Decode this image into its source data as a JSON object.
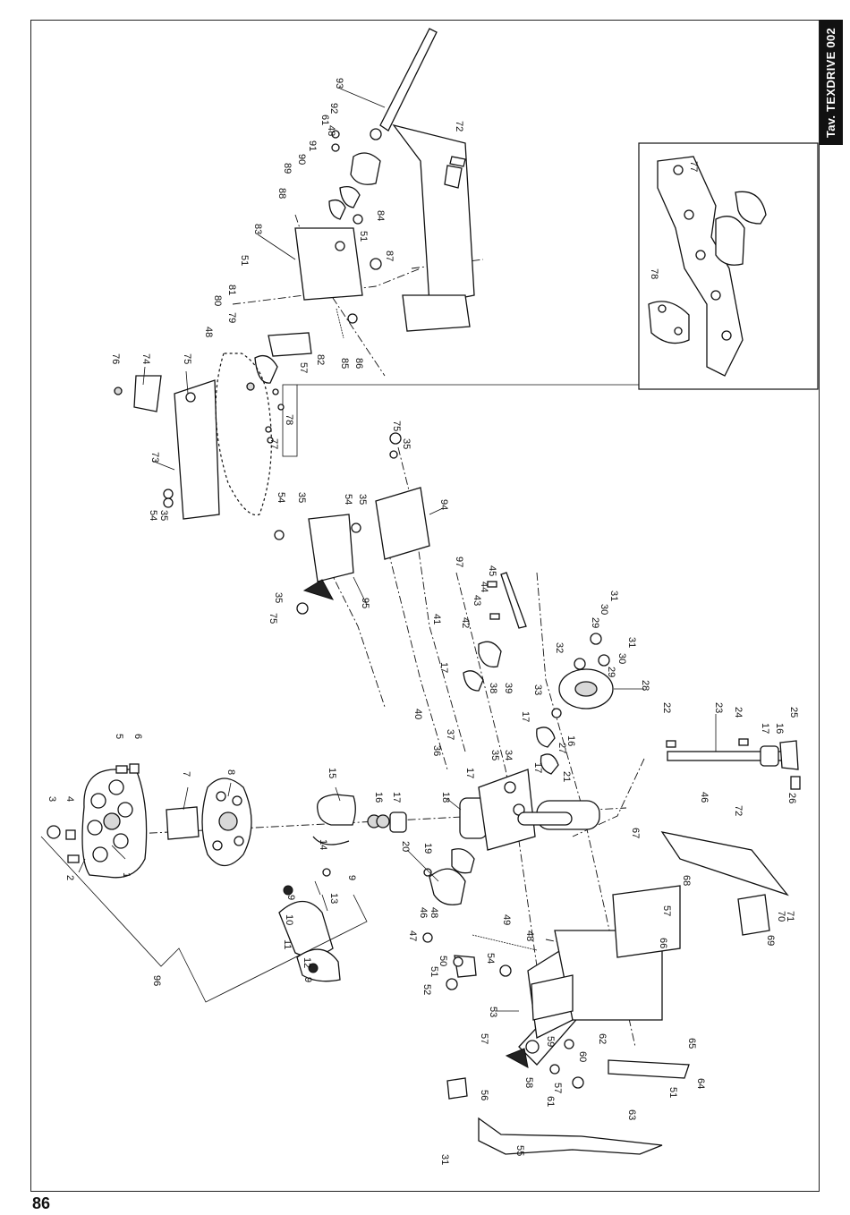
{
  "header": {
    "tab_label": "Tav. TEXDRIVE 002"
  },
  "footer": {
    "page_number": "86"
  },
  "callouts": {
    "n1": "1",
    "n2": "2",
    "n3": "3",
    "n4": "4",
    "n5": "5",
    "n6": "6",
    "n7": "7",
    "n8": "8",
    "n9": "9",
    "n10": "10",
    "n11": "11",
    "n12": "12",
    "n13": "13",
    "n14": "14",
    "n15": "15",
    "n16": "16",
    "n17": "17",
    "n18": "18",
    "n19": "19",
    "n20": "20",
    "n21": "21",
    "n22": "22",
    "n23": "23",
    "n24": "24",
    "n25": "25",
    "n26": "26",
    "n27": "27",
    "n28": "28",
    "n29": "29",
    "n30": "30",
    "n31": "31",
    "n32": "32",
    "n33": "33",
    "n34": "34",
    "n35": "35",
    "n36": "36",
    "n37": "37",
    "n38": "38",
    "n39": "39",
    "n40": "40",
    "n41": "41",
    "n42": "42",
    "n43": "43",
    "n44": "44",
    "n45": "45",
    "n46": "46",
    "n47": "47",
    "n48": "48",
    "n49": "49",
    "n50": "50",
    "n51": "51",
    "n52": "52",
    "n53": "53",
    "n54": "54",
    "n55": "55",
    "n56": "56",
    "n57": "57",
    "n58": "58",
    "n59": "59",
    "n60": "60",
    "n61": "61",
    "n62": "62",
    "n63": "63",
    "n64": "64",
    "n65": "65",
    "n66": "66",
    "n67": "67",
    "n68": "68",
    "n69": "69",
    "n70": "70",
    "n71": "71",
    "n72": "72",
    "n73": "73",
    "n74": "74",
    "n75": "75",
    "n76": "76",
    "n77": "77",
    "n78": "78",
    "n79": "79",
    "n80": "80",
    "n81": "81",
    "n82": "82",
    "n83": "83",
    "n84": "84",
    "n85": "85",
    "n86": "86",
    "n87": "87",
    "n88": "88",
    "n89": "89",
    "n90": "90",
    "n91": "91",
    "n92": "92",
    "n93": "93",
    "n94": "94",
    "n95": "95",
    "n96": "96",
    "n97": "97"
  }
}
